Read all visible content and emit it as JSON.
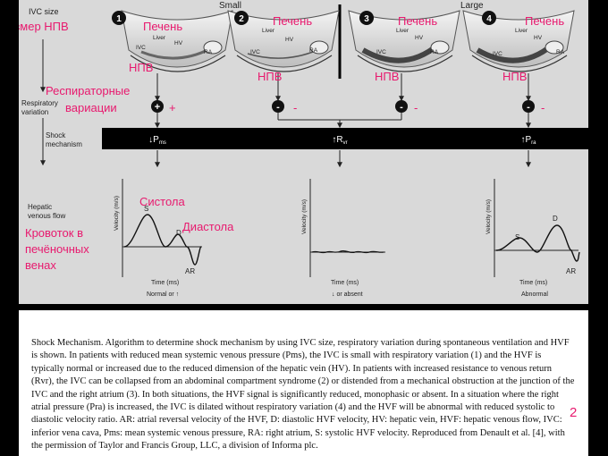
{
  "figure": {
    "top_labels": {
      "small": "Small",
      "large": "Large"
    },
    "row_labels": {
      "ivc_size": "IVC size",
      "respiratory_line1": "Respiratory",
      "respiratory_line2": "variation",
      "shock_line1": "Shock",
      "shock_line2": "mechanism",
      "hepatic_line1": "Hepatic",
      "hepatic_line2": "venous flow"
    },
    "ru_labels": {
      "ivc_size": "Размер НПВ",
      "liver": "Печень",
      "ivc": "НПВ",
      "resp_line1": "Респираторные",
      "resp_line2": "вариации",
      "systole": "Систола",
      "diastole": "Диастола",
      "hvf_line1": "Кровоток в",
      "hvf_line2": "печёночных",
      "hvf_line3": "венах"
    },
    "echo_labels": {
      "liver": "Liver",
      "hv": "HV",
      "ivc": "IVC",
      "ra": "RA"
    },
    "panels": [
      {
        "number": "1",
        "resp_sign": "+"
      },
      {
        "number": "2",
        "resp_sign": "-"
      },
      {
        "number": "3",
        "resp_sign": "-"
      },
      {
        "number": "4",
        "resp_sign": "-"
      }
    ],
    "mechanisms": [
      {
        "arrow": "↓",
        "symbol": "P",
        "sub": "ms"
      },
      {
        "arrow": "↑",
        "symbol": "R",
        "sub": "vr"
      },
      {
        "arrow": "↑",
        "symbol": "P",
        "sub": "ra"
      }
    ],
    "graphs": [
      {
        "ylabel": "Velocity (m/s)",
        "xlabel": "Time (ms)",
        "result": "Normal or ↑",
        "wave_labels": [
          "S",
          "D",
          "AR"
        ]
      },
      {
        "ylabel": "Velocity (m/s)",
        "xlabel": "Time (ms)",
        "result": "↓ or absent",
        "wave_labels": []
      },
      {
        "ylabel": "Velocity (m/s)",
        "xlabel": "Time (ms)",
        "result": "Abnormal",
        "wave_labels": [
          "S",
          "D",
          "AR"
        ]
      }
    ]
  },
  "caption": "Shock Mechanism. Algorithm to determine shock mechanism by using IVC size, respiratory variation during spontaneous ventilation and HVF is shown. In patients with reduced mean systemic venous pressure (Pms), the IVC is small with respiratory variation (1) and the HVF is typically normal or increased due to the reduced dimension of the hepatic vein (HV). In patients with increased resistance to venous return (Rvr), the IVC can be collapsed from an abdominal compartment syndrome (2) or distended from a mechanical obstruction at the junction of the IVC and the right atrium (3). In both situations, the HVF signal is significantly reduced, monophasic or absent. In a situation where the right atrial pressure (Pra) is increased, the IVC is dilated without respiratory variation (4) and the HVF will be abnormal with reduced systolic to diastolic velocity ratio. AR: atrial reversal velocity of the HVF, D: diastolic HVF velocity, HV: hepatic vein, HVF: hepatic venous flow, IVC: inferior vena cava, Pms: mean systemic venous pressure, RA: right atrium, S: systolic HVF velocity. Reproduced from Denault et al. [4], with the permission of Taylor and Francis Group, LLC, a division of Informa plc.",
  "slide_number": "2"
}
